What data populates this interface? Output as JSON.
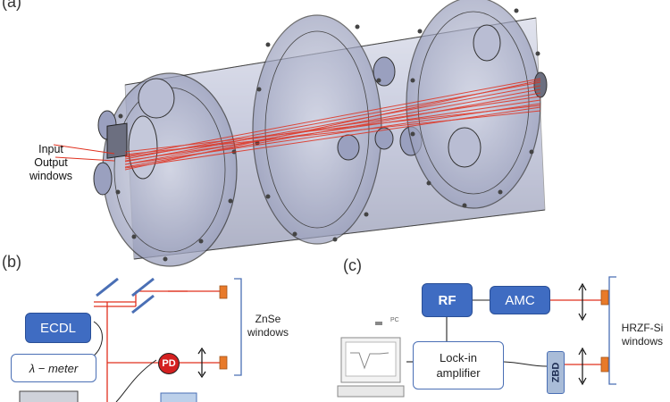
{
  "panels": {
    "a": {
      "label": "(a)",
      "callout": [
        "Input",
        "Output",
        "windows"
      ]
    },
    "b": {
      "label": "(b)",
      "ecdl": "ECDL",
      "wavemeter": "λ − meter",
      "pd": "PD",
      "windows": [
        "ZnSe",
        "windows"
      ]
    },
    "c": {
      "label": "(c)",
      "rf": "RF",
      "amc": "AMC",
      "lockin": [
        "Lock-in",
        "amplifier"
      ],
      "zbd": "ZBD",
      "windows": [
        "HRZF-Si",
        "windows"
      ],
      "pc_label": "PC"
    }
  },
  "colors": {
    "beam": "#e0301e",
    "chamber": "#8f96b8",
    "blue_box": "#3f6cc2",
    "orange_window": "#e87a2a",
    "pd": "#d42020"
  }
}
